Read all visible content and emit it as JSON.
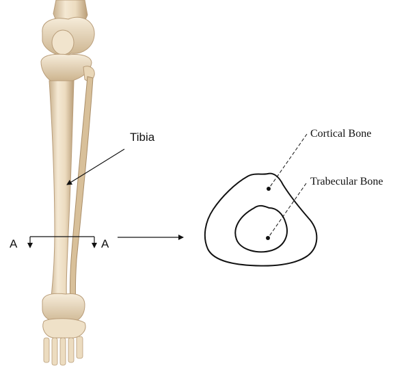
{
  "diagram": {
    "leg_label": "Tibia",
    "section_marker_left": "A",
    "section_marker_right": "A",
    "cross_section": {
      "outer_label": "Cortical Bone",
      "inner_label": "Trabecular Bone"
    },
    "colors": {
      "bone_fill": "#ecdcc0",
      "bone_shadow": "#c9b18e",
      "bone_highlight": "#f7efe0",
      "line": "#111111",
      "background": "#ffffff"
    }
  }
}
